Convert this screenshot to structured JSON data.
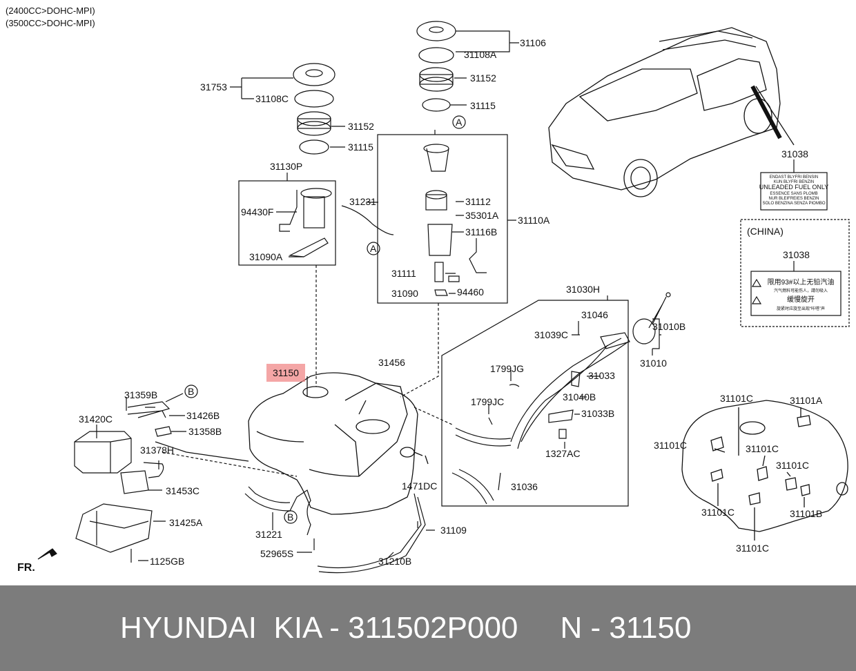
{
  "header": {
    "engine_lines": [
      "(2400CC>DOHC-MPI)",
      "(3500CC>DOHC-MPI)"
    ]
  },
  "orientation_label": "FR.",
  "callouts": {
    "c31753": "31753",
    "c31108C": "31108C",
    "c31152a": "31152",
    "c31115a": "31115",
    "c31106": "31106",
    "c31108A": "31108A",
    "c31152b": "31152",
    "c31115b": "31115",
    "cA1": "A",
    "cA2": "A",
    "c31130P": "31130P",
    "c94430F": "94430F",
    "c31231": "31231",
    "c31090A": "31090A",
    "c31112": "31112",
    "c35301A": "35301A",
    "c31116B": "31116B",
    "c31110A": "31110A",
    "c31111": "31111",
    "c31090": "31090",
    "c94460": "94460",
    "c31038a": "31038",
    "china": "(CHINA)",
    "c31038b": "31038",
    "c31030H": "31030H",
    "c31046": "31046",
    "c31039C": "31039C",
    "c31010B": "31010B",
    "c31010": "31010",
    "c1799JG": "1799JG",
    "c31033": "31033",
    "c1799JC": "1799JC",
    "c31040B": "31040B",
    "c31033B": "31033B",
    "c1327AC": "1327AC",
    "c31036": "31036",
    "c31150": "31150",
    "c31456": "31456",
    "c31359B": "31359B",
    "cB1": "B",
    "cB2": "B",
    "c31420C": "31420C",
    "c31426B": "31426B",
    "c31358B": "31358B",
    "c31378H": "31378H",
    "c31453C": "31453C",
    "c31425A": "31425A",
    "c1125GB": "1125GB",
    "c1471DC": "1471DC",
    "c31109": "31109",
    "c31221": "31221",
    "c52965S": "52965S",
    "c31210B": "31210B",
    "c31101C_1": "31101C",
    "c31101A": "31101A",
    "c31101C_2": "31101C",
    "c31101C_3": "31101C",
    "c31101C_4": "31101C",
    "c31101C_5": "31101C",
    "c31101B": "31101B",
    "c31101C_6": "31101C"
  },
  "label_texts": {
    "fuel_label_lines": [
      "ENDAST BLYFRI BENSIN",
      "KUN BLYFRI BENZIN",
      "UNLEADED FUEL ONLY",
      "ESSENCE SANS PLOMB",
      "NUR BLEIFREIES BENZIN",
      "SOLO BENZINA SENZA PIOMBO"
    ],
    "china_label_lines": [
      "限用93#以上无铅汽油",
      "汽气燃料可能伤人，請勿吸入",
      "缓慢旋开",
      "旋紧时应旋至出现“咔嗒”声"
    ]
  },
  "highlight_color": "#f08080",
  "footer": {
    "text": "HYUNDAI  KIA - 311502P000     N - 31150",
    "background": "#7c7c7c"
  }
}
